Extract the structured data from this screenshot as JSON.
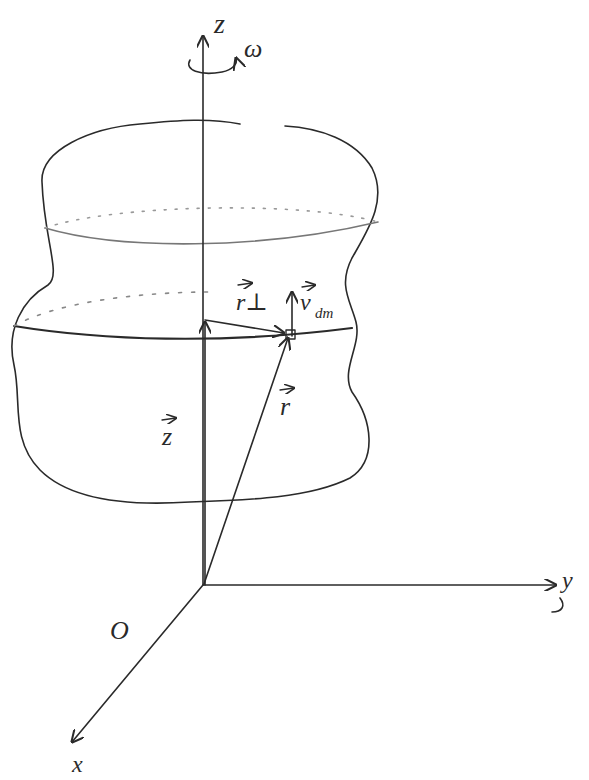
{
  "diagram": {
    "labels": [
      "z",
      "ω",
      "r⊥",
      "v",
      "dm",
      "z",
      "r",
      "O",
      "y",
      "x"
    ]
  }
}
